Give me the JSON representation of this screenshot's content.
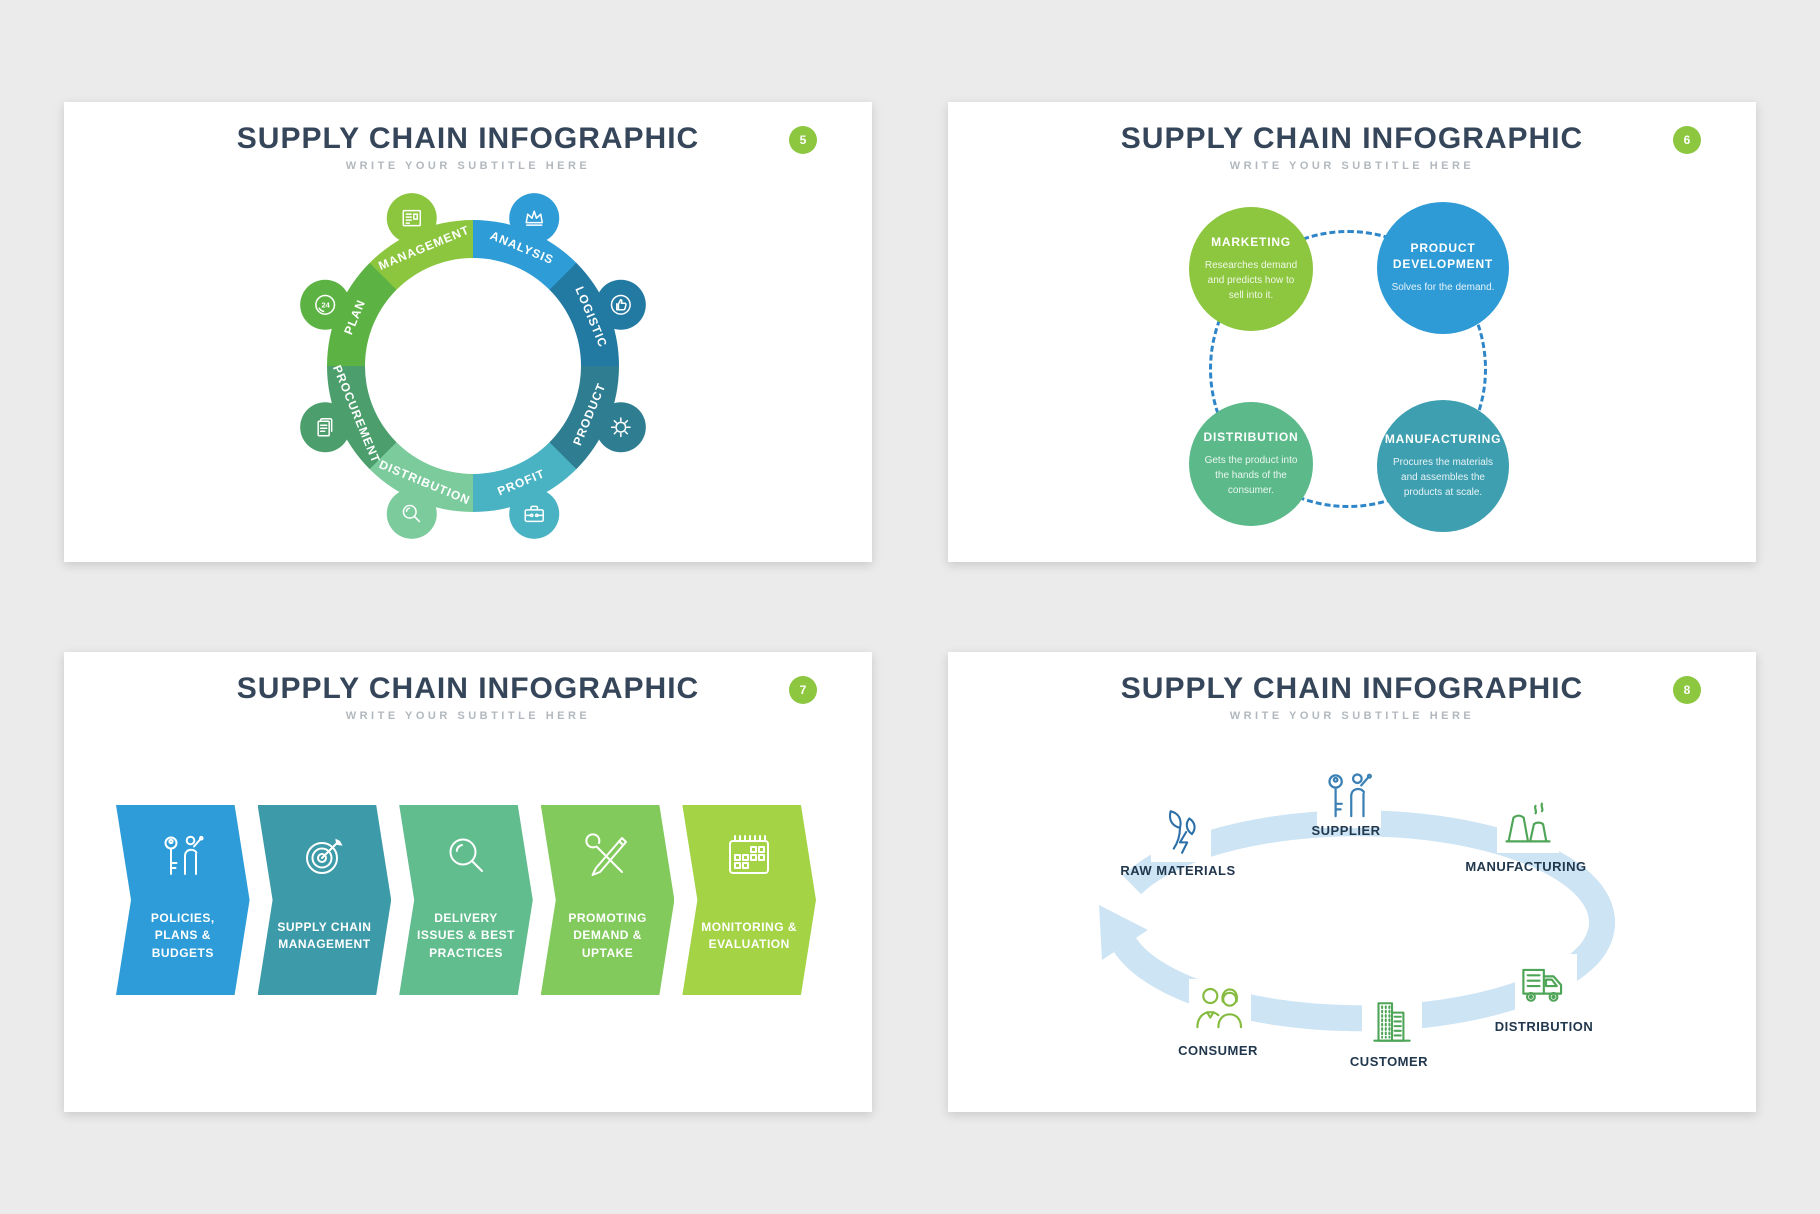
{
  "page": {
    "background": "#ebebeb"
  },
  "shared": {
    "title": "SUPPLY CHAIN INFOGRAPHIC",
    "subtitle": "WRITE YOUR SUBTITLE HERE",
    "title_color": "#36465a",
    "badge_color": "#8dc63f"
  },
  "slide1": {
    "badge": "5",
    "ring": {
      "segments": [
        {
          "label": "ANALYSIS",
          "color": "#2e9cd6",
          "icon": "crown-icon"
        },
        {
          "label": "LOGISTIC",
          "color": "#2279a2",
          "icon": "thumbs-up-icon"
        },
        {
          "label": "PRODUCT",
          "color": "#2e7d91",
          "icon": "gear-icon"
        },
        {
          "label": "PROFIT",
          "color": "#49b3c4",
          "icon": "briefcase-icon"
        },
        {
          "label": "DISTRIBUTION",
          "color": "#7ccb9c",
          "icon": "magnifier-icon"
        },
        {
          "label": "PROCUREMENT",
          "color": "#4c9f6c",
          "icon": "documents-icon"
        },
        {
          "label": "PLAN",
          "color": "#5cb344",
          "icon": "phone-24h-icon"
        },
        {
          "label": "MANAGEMENT",
          "color": "#8cc63f",
          "icon": "newspaper-icon"
        }
      ]
    }
  },
  "slide2": {
    "badge": "6",
    "dash_color": "#2e86c8",
    "circles": [
      {
        "name": "MARKETING",
        "desc": "Researches demand and predicts how to sell into it.",
        "color": "#8dc63f"
      },
      {
        "name": "PRODUCT DEVELOPMENT",
        "desc": "Solves for the demand.",
        "color": "#2e9bd6"
      },
      {
        "name": "DISTRIBUTION",
        "desc": "Gets the product into the hands of the consumer.",
        "color": "#5bb98a"
      },
      {
        "name": "MANUFACTURING",
        "desc": "Procures the materials and assembles the products at scale.",
        "color": "#3d9fb0"
      }
    ]
  },
  "slide3": {
    "badge": "7",
    "steps": [
      {
        "label": "POLICIES, PLANS & BUDGETS",
        "color": "#2e9cd8",
        "icon": "key-person-icon"
      },
      {
        "label": "SUPPLY CHAIN MANAGEMENT",
        "color": "#3d9aa8",
        "icon": "target-icon"
      },
      {
        "label": "DELIVERY ISSUES & BEST PRACTICES",
        "color": "#61bd8d",
        "icon": "magnifier-icon"
      },
      {
        "label": "PROMOTING DEMAND & UPTAKE",
        "color": "#82ca5c",
        "icon": "tools-icon"
      },
      {
        "label": "MONITORING & EVALUATION",
        "color": "#a4d345",
        "icon": "calendar-icon"
      }
    ]
  },
  "slide4": {
    "badge": "8",
    "flow_color": "#cde4f4",
    "nodes": [
      {
        "label": "RAW MATERIALS",
        "icon": "leaves-lightning-icon",
        "color": "#2b6fa8"
      },
      {
        "label": "SUPPLIER",
        "icon": "supplier-key-icon",
        "color": "#3a80b5"
      },
      {
        "label": "MANUFACTURING",
        "icon": "factory-icon",
        "color": "#4fa557"
      },
      {
        "label": "DISTRIBUTION",
        "icon": "truck-icon",
        "color": "#4fa557"
      },
      {
        "label": "CUSTOMER",
        "icon": "building-icon",
        "color": "#4fa557"
      },
      {
        "label": "CONSUMER",
        "icon": "two-people-icon",
        "color": "#85bc3f"
      }
    ]
  }
}
